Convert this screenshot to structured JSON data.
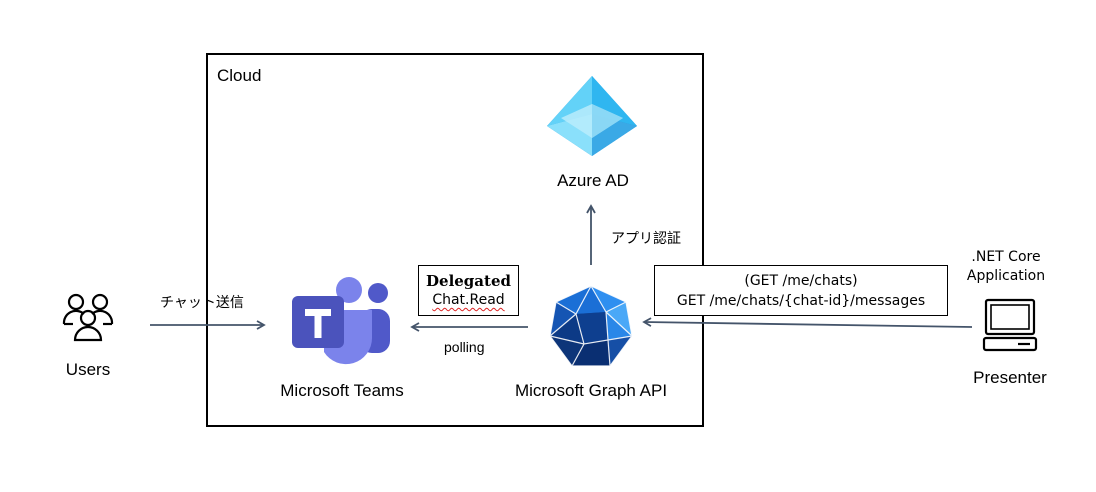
{
  "cloud": {
    "label": "Cloud"
  },
  "nodes": {
    "azure_ad": {
      "label": "Azure AD",
      "icon": "azure-ad-pyramid-icon"
    },
    "teams": {
      "label": "Microsoft Teams",
      "icon": "teams-logo-icon"
    },
    "graph_api": {
      "label": "Microsoft Graph API",
      "icon": "graph-api-icon"
    },
    "users": {
      "label": "Users",
      "icon": "users-icon"
    },
    "presenter": {
      "label": "Presenter",
      "icon": "laptop-icon"
    },
    "net_core": {
      "line1": ".NET Core",
      "line2": "Application"
    }
  },
  "edges": {
    "chat_send": "チャット送信",
    "polling": "polling",
    "app_auth": "アプリ認証"
  },
  "delegated_box": {
    "title": "Delegated",
    "permission": "Chat.Read"
  },
  "get_box": {
    "line1": "(GET /me/chats)",
    "line2": "GET /me/chats/{chat-id}/messages"
  },
  "colors": {
    "arrow": "#44546a",
    "teams": "#5059c9",
    "azure": "#50c8f0",
    "graph": "#0f4ea8"
  }
}
